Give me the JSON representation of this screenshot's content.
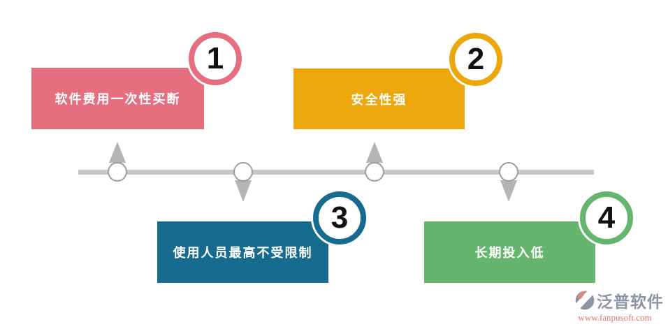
{
  "steps": [
    {
      "number": "1",
      "label": "软件费用一次性买断",
      "color": "#e56e7f"
    },
    {
      "number": "2",
      "label": "安全性强",
      "color": "#eba70c"
    },
    {
      "number": "3",
      "label": "使用人员最高不受限制",
      "color": "#176b8e"
    },
    {
      "number": "4",
      "label": "长期投入低",
      "color": "#66b56e"
    }
  ],
  "timeline": {
    "line_color": "#c7c7c7",
    "node_fill": "#ffffff",
    "node_border_color": "#9e9e9e",
    "arrow_color": "#b5b5b5"
  },
  "branding": {
    "logo_text": "泛普软件",
    "website": "www.fanpusoft.com",
    "logo_text_color": "#8d95a5",
    "website_color": "#e0736b",
    "icon_gray": "#8d95a5",
    "icon_accent": "#e08a80"
  }
}
